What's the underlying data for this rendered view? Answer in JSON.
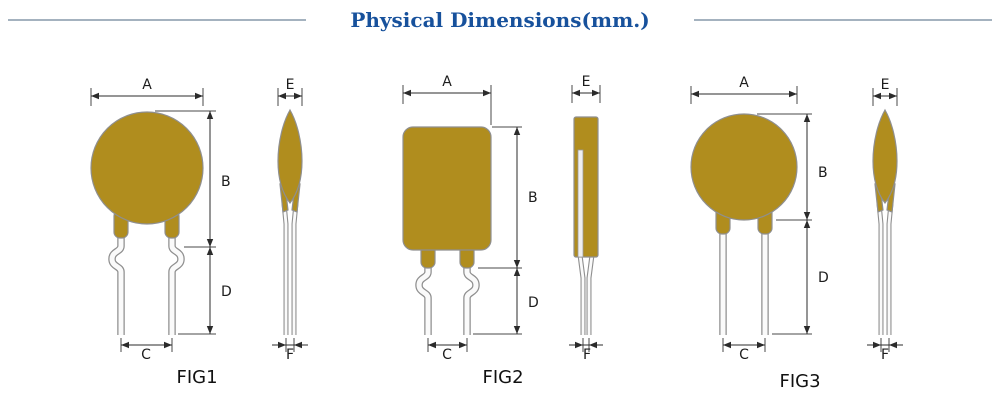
{
  "header": {
    "title": "Physical Dimensions(mm.)"
  },
  "figures": [
    {
      "label": "FIG1",
      "front": {
        "width": "A",
        "body_height": "B",
        "lead_spacing": "C",
        "lead_length": "D"
      },
      "side": {
        "thickness": "E",
        "lead_gap": "F"
      }
    },
    {
      "label": "FIG2",
      "front": {
        "width": "A",
        "body_height": "B",
        "lead_spacing": "C",
        "lead_length": "D"
      },
      "side": {
        "thickness": "E",
        "lead_gap": "F"
      }
    },
    {
      "label": "FIG3",
      "front": {
        "width": "A",
        "body_height": "B",
        "lead_spacing": "C",
        "lead_length": "D"
      },
      "side": {
        "thickness": "E",
        "lead_gap": "F"
      }
    }
  ],
  "colors": {
    "body": "#b08d1e",
    "lead": "#fafafa",
    "outline": "#8f8f8f",
    "dimension": "#2b2b2b",
    "title": "#17519c"
  }
}
